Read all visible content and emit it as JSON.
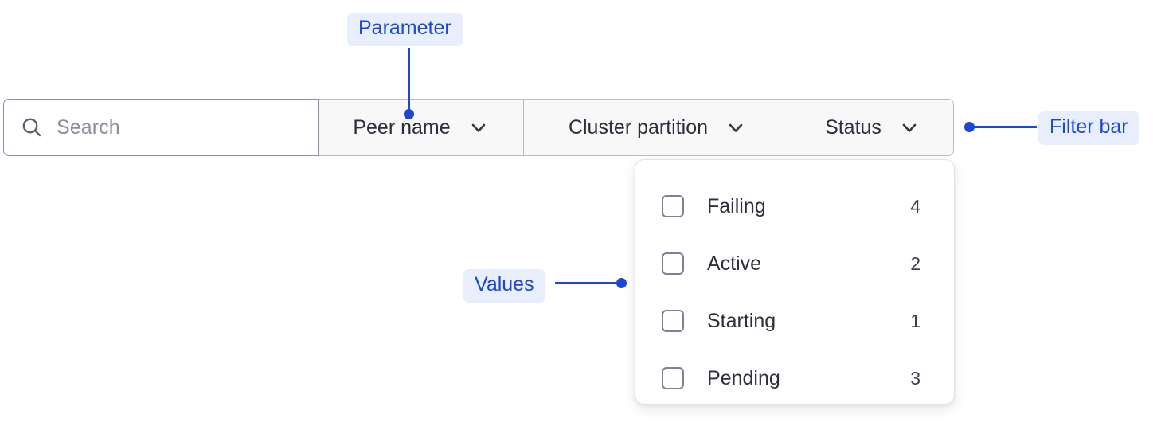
{
  "filter_bar": {
    "search": {
      "placeholder": "Search",
      "value": "",
      "icon": "search-icon"
    },
    "dropdowns": [
      {
        "label": "Peer name",
        "icon": "chevron-down-icon"
      },
      {
        "label": "Cluster partition",
        "icon": "chevron-down-icon"
      },
      {
        "label": "Status",
        "icon": "chevron-down-icon"
      }
    ]
  },
  "dropdown_panel": {
    "open_for": "Status",
    "options": [
      {
        "label": "Failing",
        "count": "4",
        "checked": false
      },
      {
        "label": "Active",
        "count": "2",
        "checked": false
      },
      {
        "label": "Starting",
        "count": "1",
        "checked": false
      },
      {
        "label": "Pending",
        "count": "3",
        "checked": false
      }
    ]
  },
  "annotations": [
    {
      "label": "Parameter",
      "target": "peer-name-dropdown"
    },
    {
      "label": "Values",
      "target": "dropdown-options"
    },
    {
      "label": "Filter bar",
      "target": "filter-bar"
    }
  ],
  "colors": {
    "accent": "#1a47d4",
    "annotation_pill_bg": "#e8eefc",
    "text": "#2c2f3a",
    "placeholder": "#8b8f9c",
    "search_border": "#8b8fa3",
    "dropdown_border": "#b9bcc8",
    "dropdown_bg": "#f8f8f9",
    "panel_border": "#e2e3e8",
    "checkbox_border": "#7c8194"
  }
}
